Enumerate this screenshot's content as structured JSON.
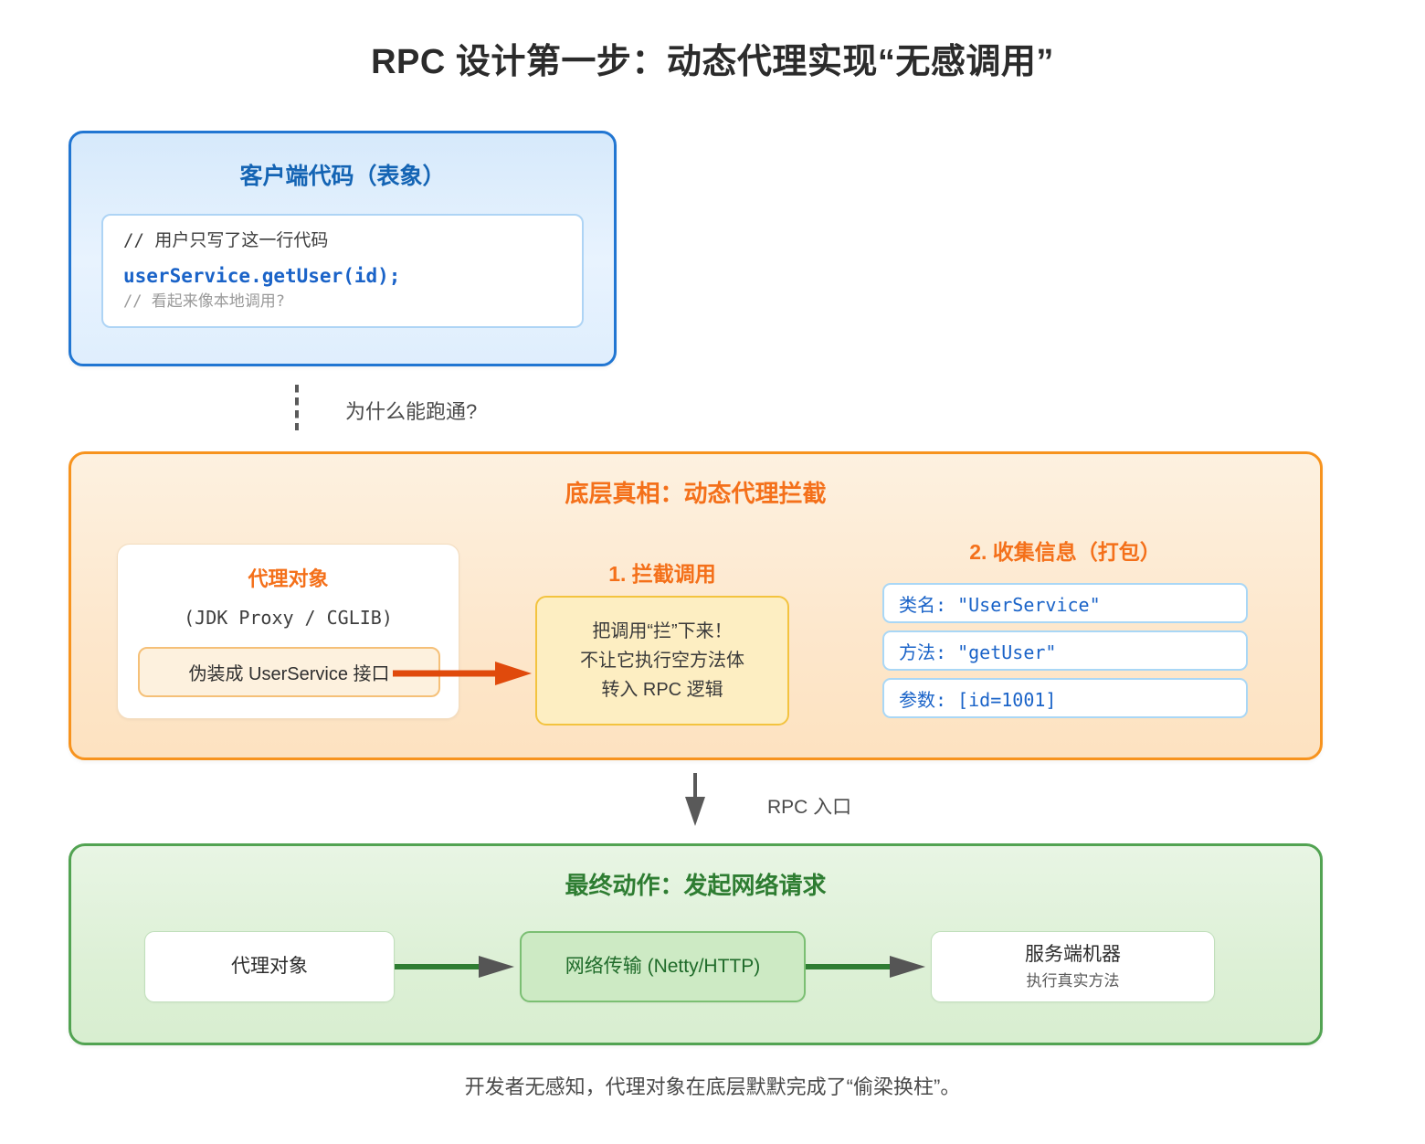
{
  "title": "RPC 设计第一步：动态代理实现“无感调用”",
  "client": {
    "heading": "客户端代码（表象）",
    "code": {
      "comment_top": "//  用户只写了这一行代码",
      "statement": "userService.getUser(id);",
      "comment_bottom": "//  看起来像本地调用?"
    }
  },
  "connector": {
    "question_label": "为什么能跑通?",
    "dashed_icon": "dashed-vertical-line-icon"
  },
  "truth": {
    "heading": "底层真相：动态代理拦截",
    "proxy": {
      "heading": "代理对象",
      "subtitle": "(JDK Proxy / CGLIB)",
      "pill": "伪装成 UserService 接口"
    },
    "arrow_icon": "orange-right-arrow-icon",
    "intercept": {
      "heading": "1. 拦截调用",
      "lines": [
        "把调用“拦”下来！",
        "不让它执行空方法体",
        "转入 RPC 逻辑"
      ]
    },
    "collect": {
      "heading": "2. 收集信息（打包）",
      "rows": [
        "类名: \"UserService\"",
        "方法: \"getUser\"",
        "参数: [id=1001]"
      ]
    }
  },
  "rpc_entry": {
    "arrow_icon": "gray-down-arrow-icon",
    "label": "RPC 入口"
  },
  "final": {
    "heading": "最终动作：发起网络请求",
    "steps": [
      {
        "label": "代理对象",
        "sub": ""
      },
      {
        "label": "网络传输 (Netty/HTTP)",
        "sub": ""
      },
      {
        "label": "服务端机器",
        "sub": "执行真实方法"
      }
    ],
    "arrow_icon": "green-right-arrow-icon"
  },
  "footer": "开发者无感知，代理对象在底层默默完成了“偷梁换柱”。",
  "colors": {
    "client_border": "#2176d2",
    "client_title": "#1464b4",
    "orange_border": "#f7931e",
    "orange_title": "#f4701a",
    "orange_arrow": "#e04a0c",
    "intercept_border": "#f3c33f",
    "info_border": "#a9d7f6",
    "info_text": "#1a63c8",
    "green_border": "#52a352",
    "green_title": "#2e7d32",
    "gray_arrow": "#595959"
  }
}
